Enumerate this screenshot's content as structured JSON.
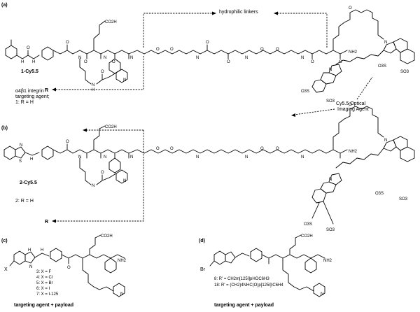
{
  "panels": {
    "a": {
      "label": "(a)",
      "linker_label": "hydrophilic linkers",
      "compound_name": "1-Cy5.5",
      "targeting_lines": [
        "α4β1 integrin",
        "targeting agent;",
        "1: R = H"
      ],
      "R_label": "R",
      "imaging_lines": [
        "Cy5.5 Optical",
        "Imaging Agent"
      ],
      "atoms": {
        "co2h": "CO2H",
        "nh2": "NH2",
        "so3_1": "O3S",
        "so3_2": "SO3",
        "so3_3": "O3S",
        "so3_4": "SO3"
      }
    },
    "b": {
      "label": "(b)",
      "compound_name": "2-Cy5.5",
      "r_line": "2: R = H",
      "R_label": "R",
      "atoms": {
        "co2h": "CO2H",
        "nh2": "NH2",
        "so3_1": "O3S",
        "so3_2": "SO3",
        "so3_3": "O3S",
        "so3_4": "SO3"
      }
    },
    "c": {
      "label": "(c)",
      "x_label": "X",
      "x_list": [
        "3: X = F",
        "4: X = Cl",
        "5: X = Br",
        "6: X = I",
        "7: X = I-125"
      ],
      "caption": "targeting agent + payload",
      "atoms": {
        "co2h": "CO2H",
        "nh2": "NH2"
      }
    },
    "d": {
      "label": "(d)",
      "br_label": "Br",
      "r_list": [
        "8: R' = CH2m[125I]pHOC6H3",
        "18: R' = (CH2)4NHC(O)p[125I]IC6H4"
      ],
      "caption": "targeting agent + payload",
      "atoms": {
        "co2h": "CO2H",
        "nh2": "NH2"
      }
    }
  }
}
